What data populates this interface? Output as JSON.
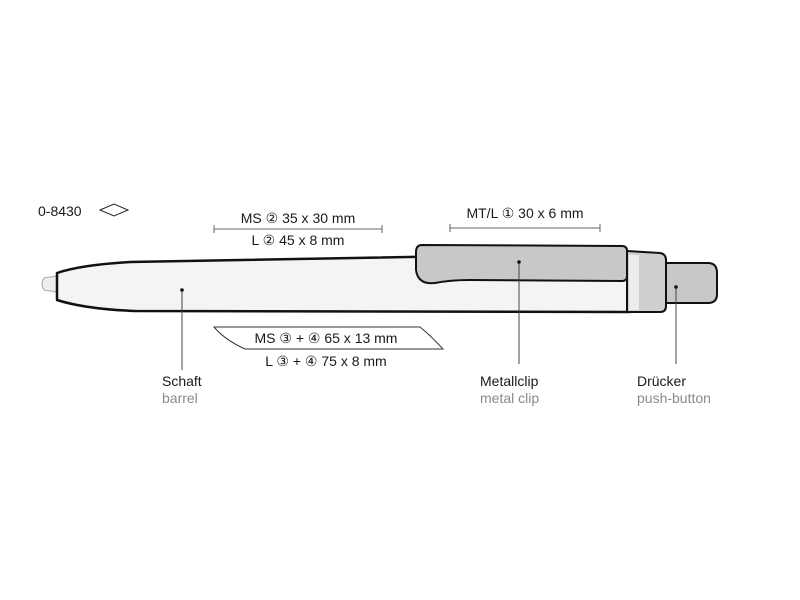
{
  "article_number": "0-8430",
  "print_areas": {
    "barrel_top_1": "MS ② 35 x 30 mm",
    "barrel_top_2": "L ② 45 x 8 mm",
    "clip": "MT/L ① 30 x 6 mm",
    "barrel_wrap_1": "MS ③ + ④ 65 x 13 mm",
    "barrel_wrap_2": "L ③ + ④ 75 x 8 mm"
  },
  "parts": [
    {
      "de": "Schaft",
      "en": "barrel"
    },
    {
      "de": "Metallclip",
      "en": "metal clip"
    },
    {
      "de": "Drücker",
      "en": "push-button"
    }
  ],
  "colors": {
    "outline": "#111111",
    "barrel": "#f4f4f4",
    "clip": "#c8c8c8",
    "ring": "#cfcfcf",
    "secondary_text": "#8a8a8a"
  }
}
